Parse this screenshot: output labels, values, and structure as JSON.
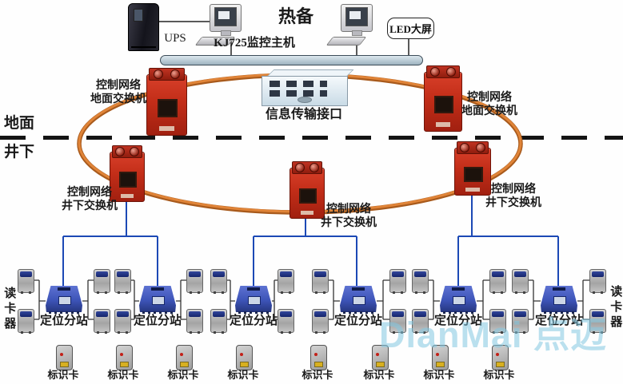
{
  "surface_section": {
    "ups_label": "UPS",
    "host_label": "KJ725监控主机",
    "hot_standby": "热备",
    "led_screen_label": "LED大屏"
  },
  "ring_network": {
    "info_interface_label": "信息传输接口",
    "control_network_line": "控制网络",
    "surface_switch_line": "地面交换机",
    "underground_switch_line": "井下交换机"
  },
  "zone_labels": {
    "surface": "地面",
    "underground": "井下"
  },
  "field_devices": {
    "substation_label": "定位分站",
    "card_reader_label": "读卡器",
    "id_card_label": "标识卡"
  },
  "watermark_text": "DianMai 点迈",
  "colors": {
    "ring_cable": "#cf7030",
    "switch_red": "#c8311c",
    "substation_blue": "#3d54b8",
    "network_cable_blue": "#1c49b5",
    "bus_bar": "#b5c9d4",
    "watermark": "#82c3dc"
  }
}
